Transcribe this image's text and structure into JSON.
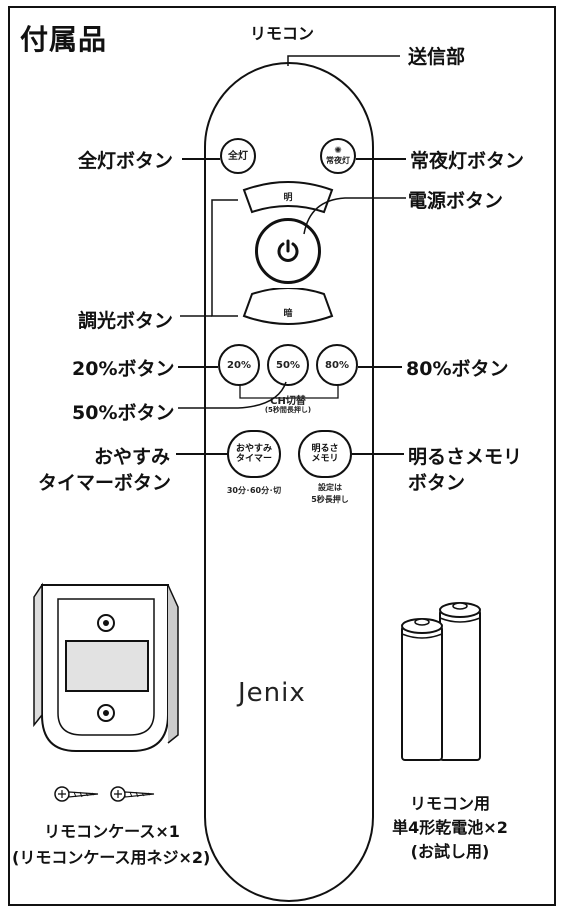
{
  "title": "付属品",
  "remote": {
    "heading": "リモコン",
    "brand": "Jenix",
    "buttons": {
      "all_light": "全灯",
      "night_light": "常夜灯",
      "bright": "明",
      "dim": "暗",
      "p20": "20%",
      "p50": "50%",
      "p80": "80%",
      "sleep_timer_line1": "おやすみ",
      "sleep_timer_line2": "タイマー",
      "brightness_memory_line1": "明るさ",
      "brightness_memory_line2": "メモリ"
    },
    "printed": {
      "ch_switch": "CH切替",
      "ch_switch_note": "(5秒間長押し)",
      "timer_note": "30分･60分･切",
      "memory_note_line1": "設定は",
      "memory_note_line2": "5秒長押し"
    }
  },
  "callouts": {
    "transmitter": "送信部",
    "all_light_button": "全灯ボタン",
    "night_light_button": "常夜灯ボタン",
    "power_button": "電源ボタン",
    "dimmer_button": "調光ボタン",
    "p20_button": "20%ボタン",
    "p50_button": "50%ボタン",
    "p80_button": "80%ボタン",
    "sleep_timer_button_line1": "おやすみ",
    "sleep_timer_button_line2": "タイマーボタン",
    "memory_button_line1": "明るさメモリ",
    "memory_button_line2": "ボタン"
  },
  "accessories": {
    "case_label_line1": "リモコンケース×1",
    "case_label_line2": "(リモコンケース用ネジ×2)",
    "battery_label_line1": "リモコン用",
    "battery_label_line2": "単4形乾電池×2",
    "battery_label_line3": "(お試し用)"
  },
  "icons": [
    "power-icon",
    "screw-icon",
    "battery-icon",
    "remote-case-icon"
  ]
}
